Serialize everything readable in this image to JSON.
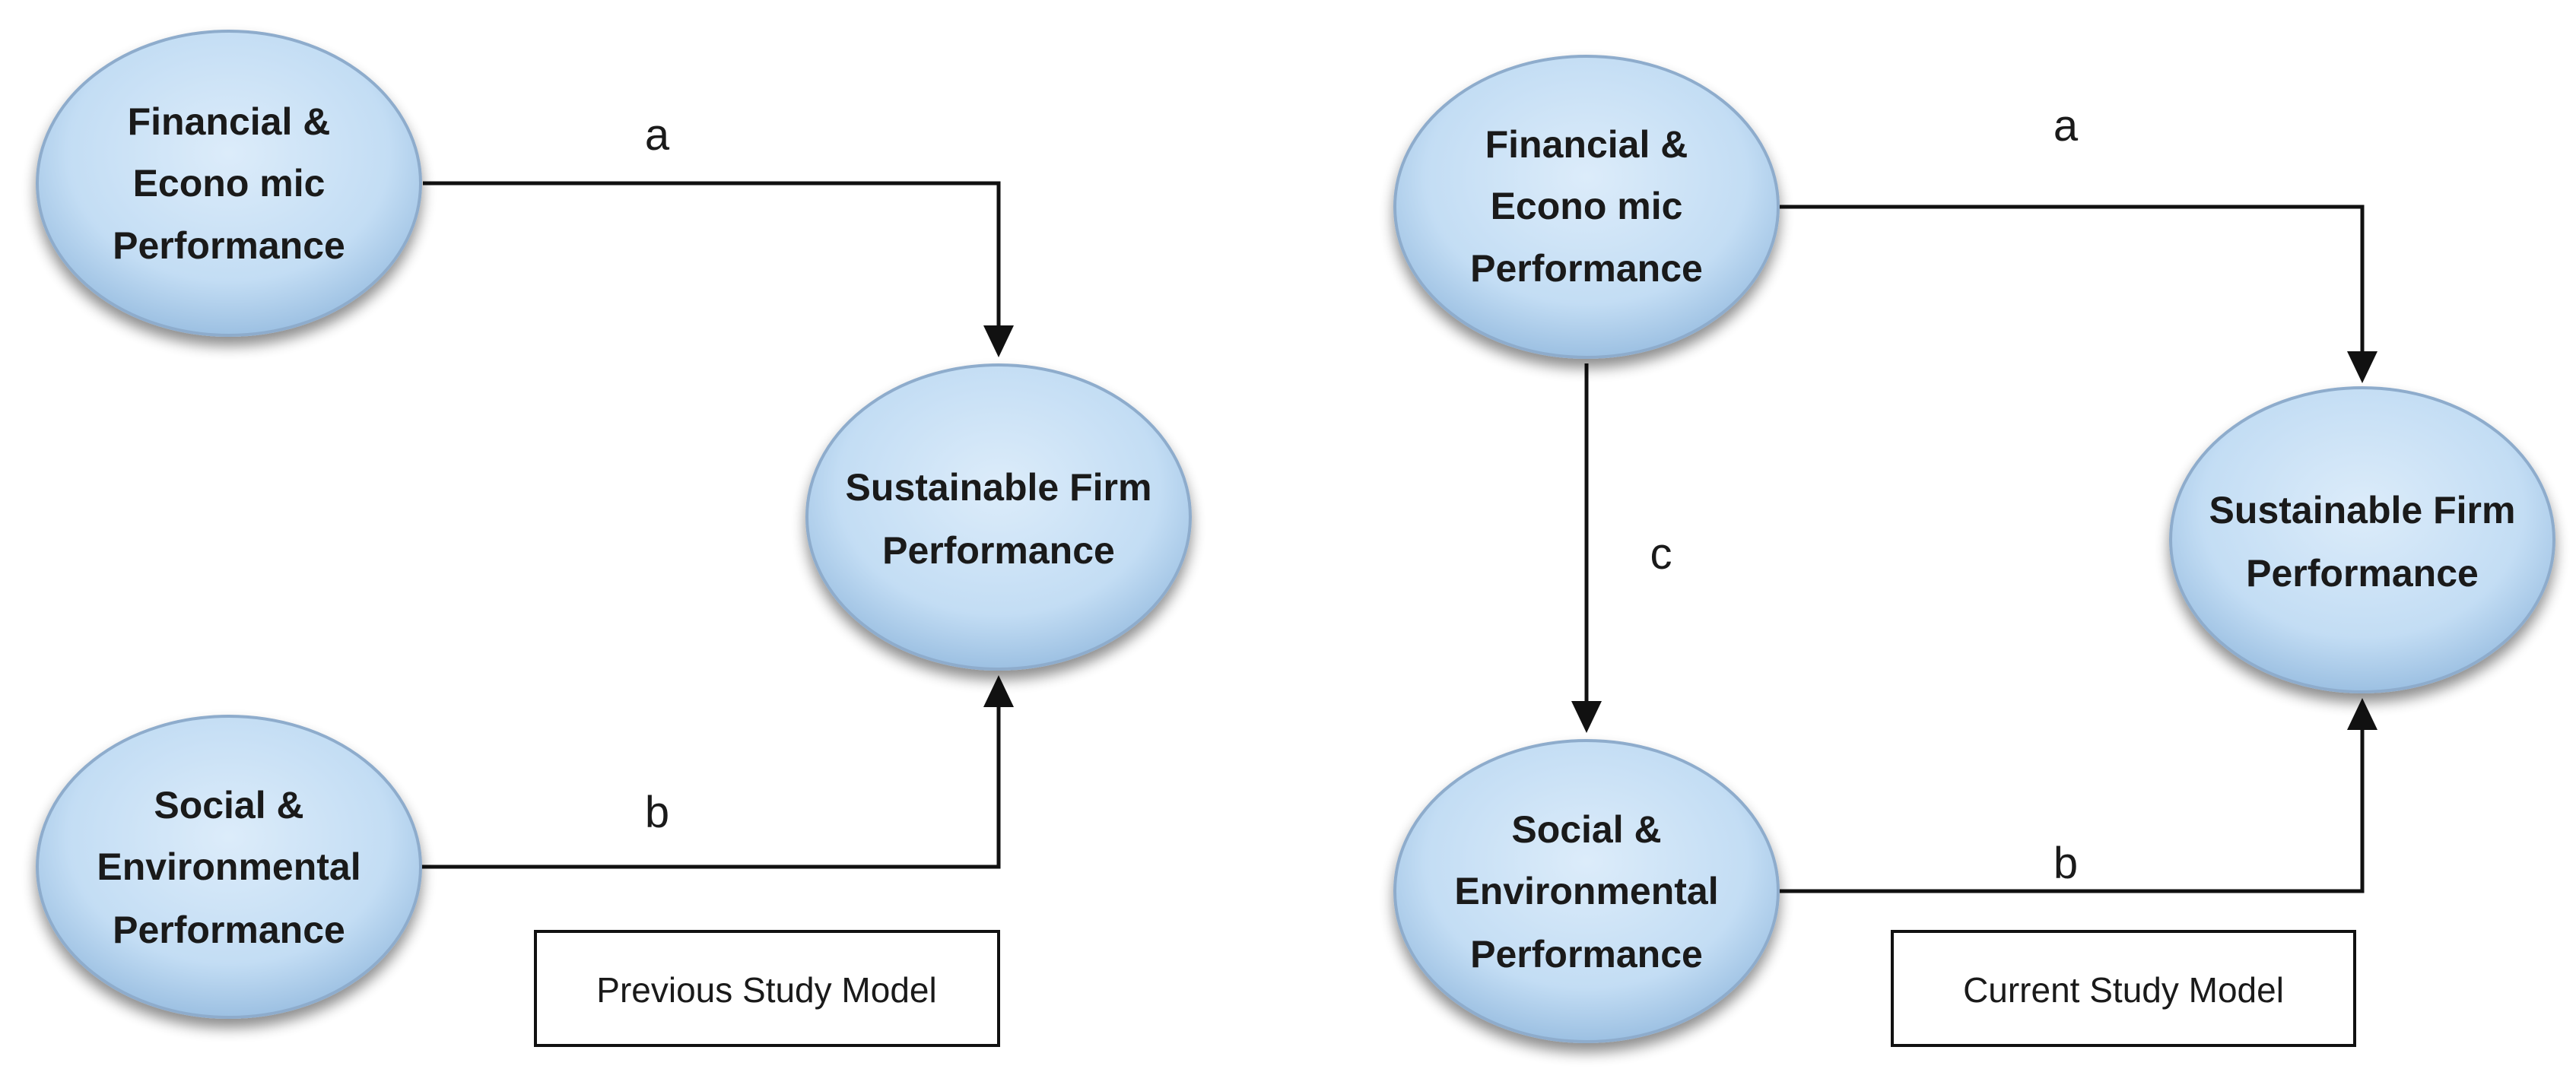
{
  "left_panel": {
    "caption": "Previous Study Model",
    "nodes": {
      "financial": [
        "Financial &",
        "Econo mic",
        "Performance"
      ],
      "social": [
        "Social &",
        "Environmental",
        "Performance"
      ],
      "sustainable": [
        "Sustainable Firm",
        "Performance"
      ]
    },
    "edges": {
      "a": "a",
      "b": "b"
    }
  },
  "right_panel": {
    "caption": "Current Study Model",
    "nodes": {
      "financial": [
        "Financial &",
        "Econo mic",
        "Performance"
      ],
      "social": [
        "Social &",
        "Environmental",
        "Performance"
      ],
      "sustainable": [
        "Sustainable Firm",
        "Performance"
      ]
    },
    "edges": {
      "a": "a",
      "b": "b",
      "c": "c"
    }
  },
  "colors": {
    "node_fill": "#c5dff5",
    "node_fill_dark": "#8fb8dc",
    "node_stroke": "#7f9fbf",
    "line": "#111111"
  }
}
